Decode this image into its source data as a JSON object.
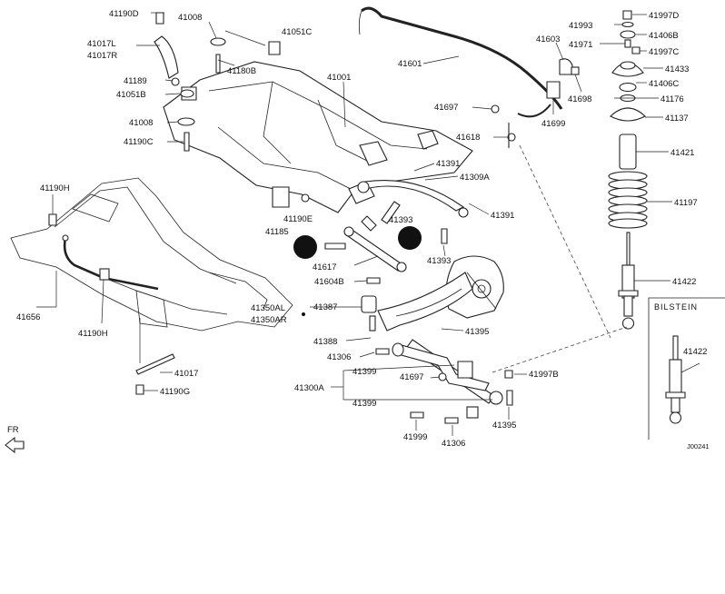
{
  "labels": {
    "l41190D": "41190D",
    "l41008a": "41008",
    "l41051C": "41051C",
    "l41017L": "41017L",
    "l41017R": "41017R",
    "l41180B": "41180B",
    "l41189": "41189",
    "l41051B": "41051B",
    "l41008b": "41008",
    "l41190C": "41190C",
    "l41001": "41001",
    "l41601": "41601",
    "l41603": "41603",
    "l41698": "41698",
    "l41697a": "41697",
    "l41699": "41699",
    "l41618": "41618",
    "l41391a": "41391",
    "l41309A": "41309A",
    "l41391b": "41391",
    "l41185": "41185",
    "l41190E": "41190E",
    "l41393a": "41393",
    "l41393b": "41393",
    "l41617": "41617",
    "l41604B": "41604B",
    "l41350AL": "41350AL",
    "l41350AR": "41350AR",
    "l41387": "41387",
    "l41395": "41395",
    "l41388": "41388",
    "l41306a": "41306",
    "l41399a": "41399",
    "l41697b": "41697",
    "l41997B": "41997B",
    "l41300A": "41300A",
    "l41399b": "41399",
    "l41395b": "41395",
    "l41999": "41999",
    "l41306b": "41306",
    "l41190H": "41190H",
    "l41656": "41656",
    "l41190H2": "41190H",
    "l41017": "41017",
    "l41190G": "41190G",
    "l41997D": "41997D",
    "l41993": "41993",
    "l41406B": "41406B",
    "l41971": "41971",
    "l41997C": "41997C",
    "l41433": "41433",
    "l41406C": "41406C",
    "l41176": "41176",
    "l41137": "41137",
    "l41421": "41421",
    "l41197": "41197",
    "l41422a": "41422",
    "l41422b": "41422"
  },
  "inset_title": "BILSTEIN",
  "direction_label": "FR",
  "diagram_code": "J00241"
}
